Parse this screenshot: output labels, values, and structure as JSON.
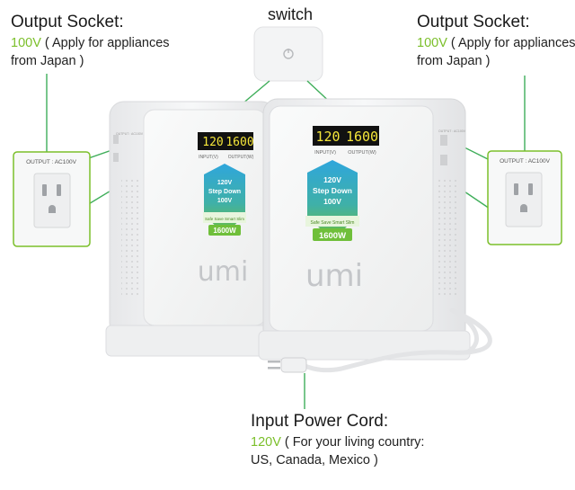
{
  "switch_label": "switch",
  "left_callout": {
    "title": "Output Socket:",
    "voltage": "100V",
    "rest": " ( Apply for appliances",
    "line2": "from Japan )",
    "socket_label": "OUTPUT : AC100V"
  },
  "right_callout": {
    "title": "Output Socket:",
    "voltage": "100V",
    "rest": " ( Apply for appliances",
    "line2": "from Japan )",
    "socket_label": "OUTPUT : AC100V"
  },
  "bottom_callout": {
    "title": "Input Power Cord:",
    "voltage": "120V",
    "rest": " ( For your living country:",
    "line2": "US, Canada, Mexico )"
  },
  "unit_left": {
    "display_input": "120",
    "display_output": "1600",
    "input_label": "INPUT(V)",
    "output_label": "OUTPUT(W)",
    "badge_line1": "120V",
    "badge_line2": "Step Down",
    "badge_line3": "100V",
    "badge_tagline": "Safe Save Smart Slim",
    "badge_power": "1600W",
    "logo": "umi",
    "side_label": "OUTPUT : AC100V"
  },
  "unit_right": {
    "display_input": "120",
    "display_output": "1600",
    "input_label": "INPUT(V)",
    "output_label": "OUTPUT(W)",
    "badge_line1": "120V",
    "badge_line2": "Step Down",
    "badge_line3": "100V",
    "badge_tagline": "Safe Save Smart Slim",
    "badge_power": "1600W",
    "logo": "umi",
    "side_label": "OUTPUT : AC100V"
  },
  "colors": {
    "accent_green": "#7bbf2a",
    "callout_line": "#3fae5a",
    "device_body": "#f2f3f4",
    "badge_blue": "#2a9bd1",
    "badge_green": "#6fbf3a",
    "display_bg": "#111111",
    "display_digits": "#f5e63a"
  }
}
